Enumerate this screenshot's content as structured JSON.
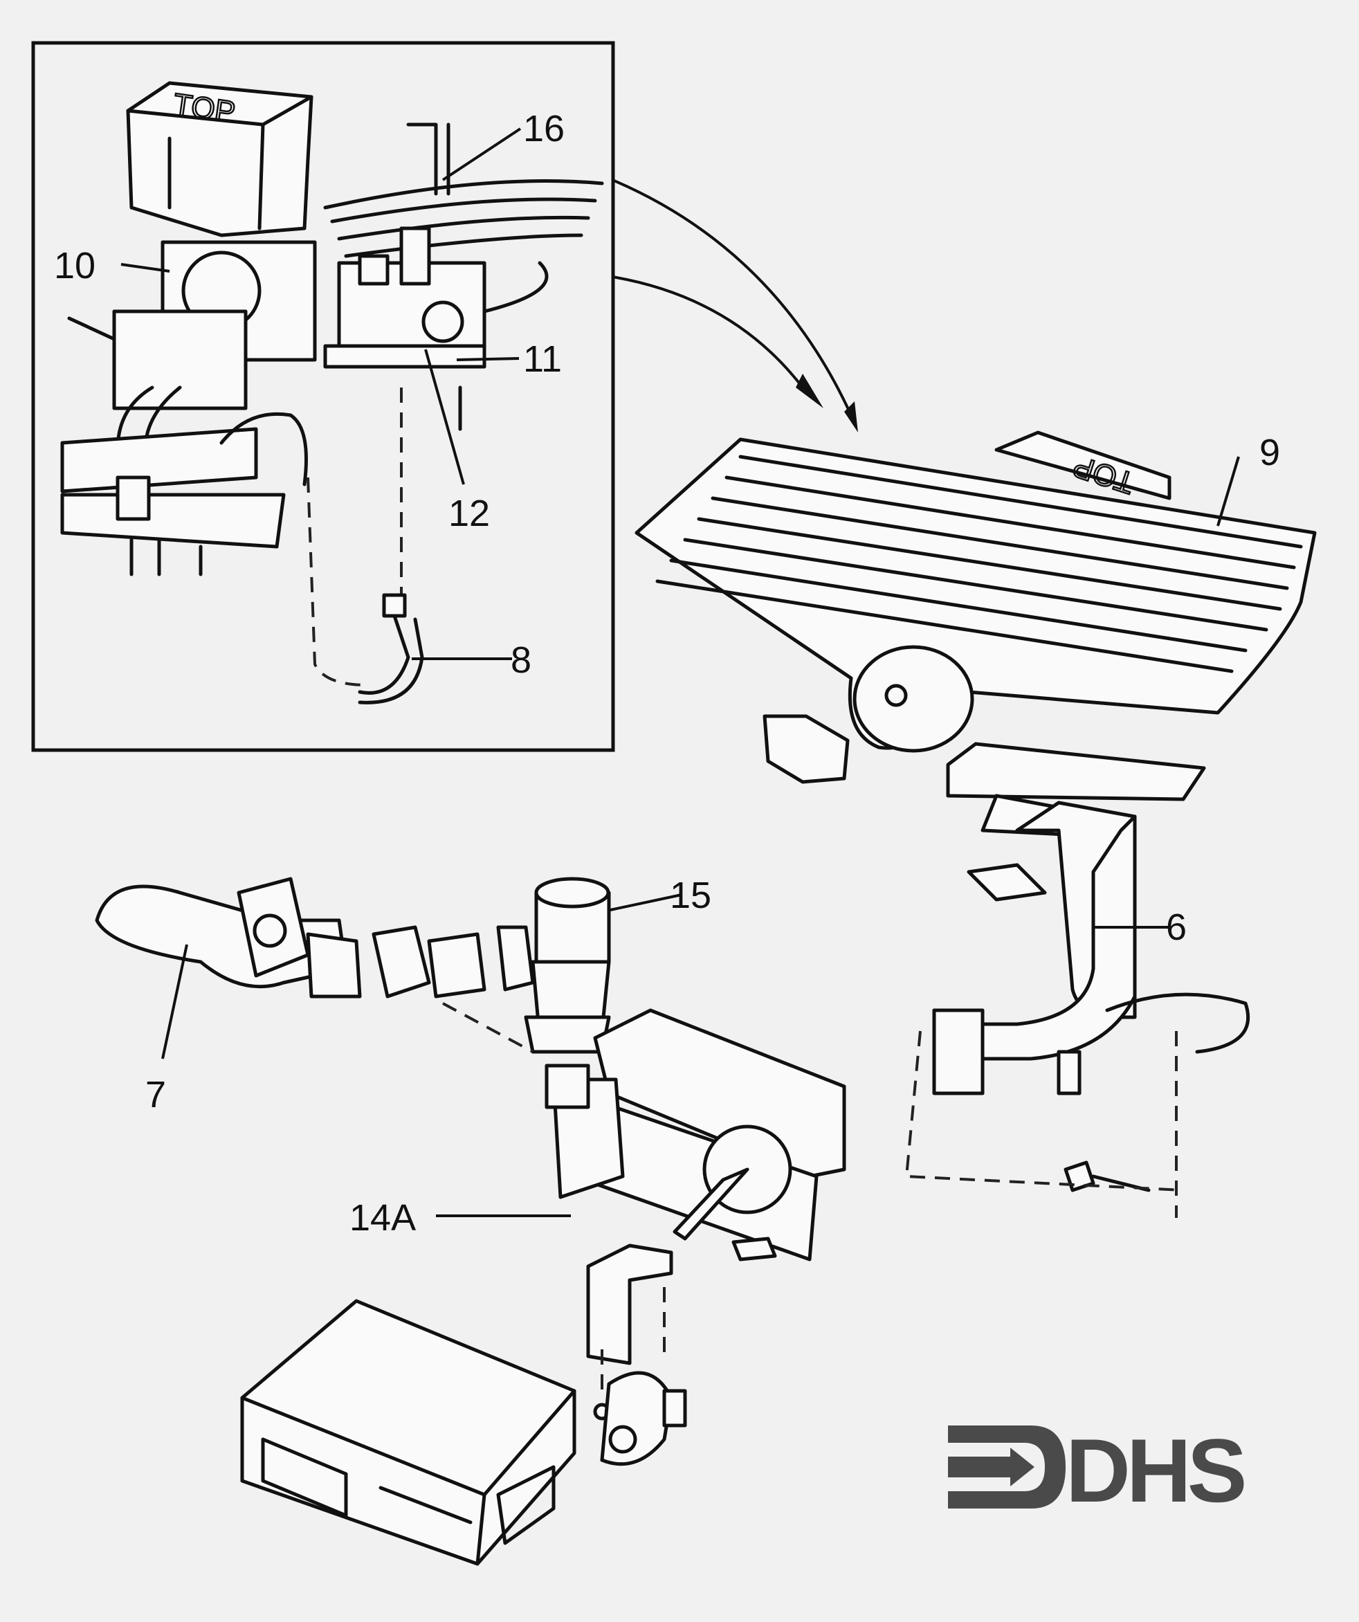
{
  "diagram": {
    "callouts": {
      "c16": "16",
      "c10": "10",
      "c11": "11",
      "c12": "12",
      "c9": "9",
      "c8": "8",
      "c15": "15",
      "c6": "6",
      "c7": "7",
      "c14a": "14A"
    },
    "part_markings": {
      "top_inset": "TOP",
      "top_burner": "TOP"
    },
    "logo": {
      "text": "DHS",
      "color": "#4a4a4a"
    }
  }
}
